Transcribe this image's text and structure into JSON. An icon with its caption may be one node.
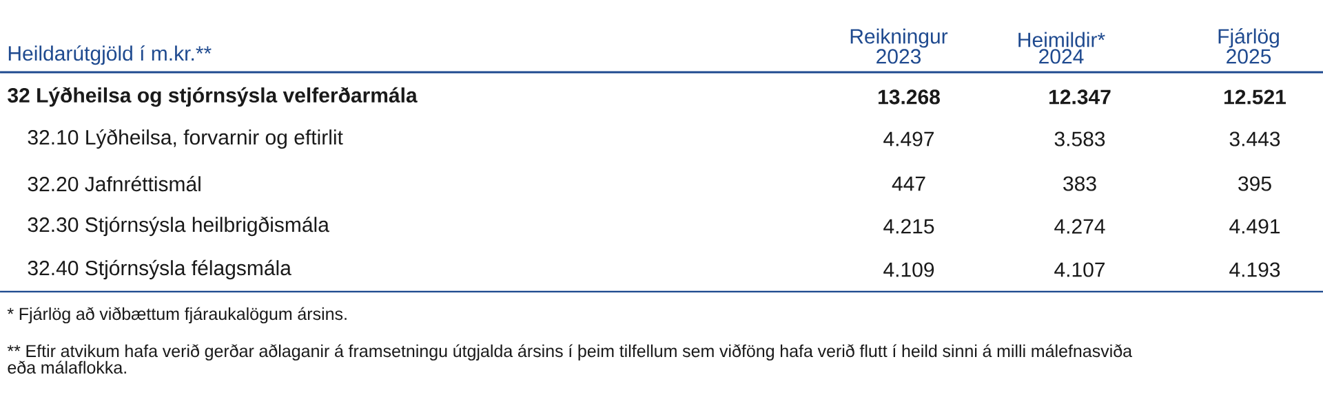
{
  "diagram": {
    "labels": [
      "Heildarútgjöld í m.kr.**",
      "Reikningur 2023",
      "Heimildir* 2024",
      "Fjárlög 2025",
      "32 Lýðheilsa og stjórnsýsla velferðarmála",
      "13.268",
      "12.347",
      "12.521",
      "32.10 Lýðheilsa, forvarnir og eftirlit",
      "4.497",
      "3.583",
      "3.443",
      "32.20 Jafnréttismál",
      "447",
      "383",
      "395",
      "32.30 Stjórnsýsla heilbrigðismála",
      "4.215",
      "4.274",
      "4.491",
      "32.40 Stjórnsýsla félagsmála",
      "4.109",
      "4.107",
      "4.193",
      "* Fjárlög að viðbættum fjáraukalögum ársins.",
      "** Eftir atvikum hafa verið gerðar aðlaganir á framsetningu útgjalda ársins í þeim tilfellum sem viðföng hafa verið flutt í heild sinni á milli málefnasviða eða málaflokka."
    ]
  }
}
